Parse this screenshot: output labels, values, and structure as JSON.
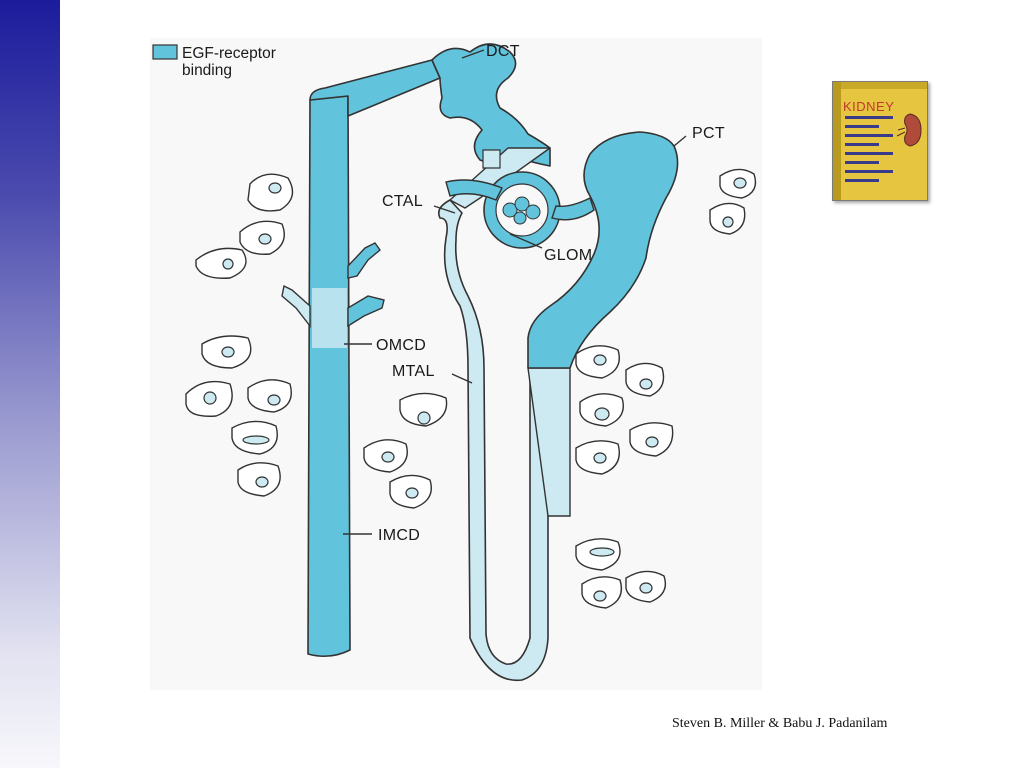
{
  "legend": {
    "line1": "EGF-receptor",
    "line2": "binding",
    "color": "#62c4dc"
  },
  "labels": {
    "dct": "DCT",
    "pct": "PCT",
    "ctal": "CTAL",
    "glom": "GLOM",
    "omcd": "OMCD",
    "mtal": "MTAL",
    "imcd": "IMCD"
  },
  "colors": {
    "binding": "#62c4dc",
    "non_binding": "#cdeaf2",
    "outline": "#333333",
    "accent": "#1c1c9c"
  },
  "book": {
    "title": "KIDNEY"
  },
  "footer": {
    "credit": "Steven B. Miller & Babu J. Padanilam"
  }
}
